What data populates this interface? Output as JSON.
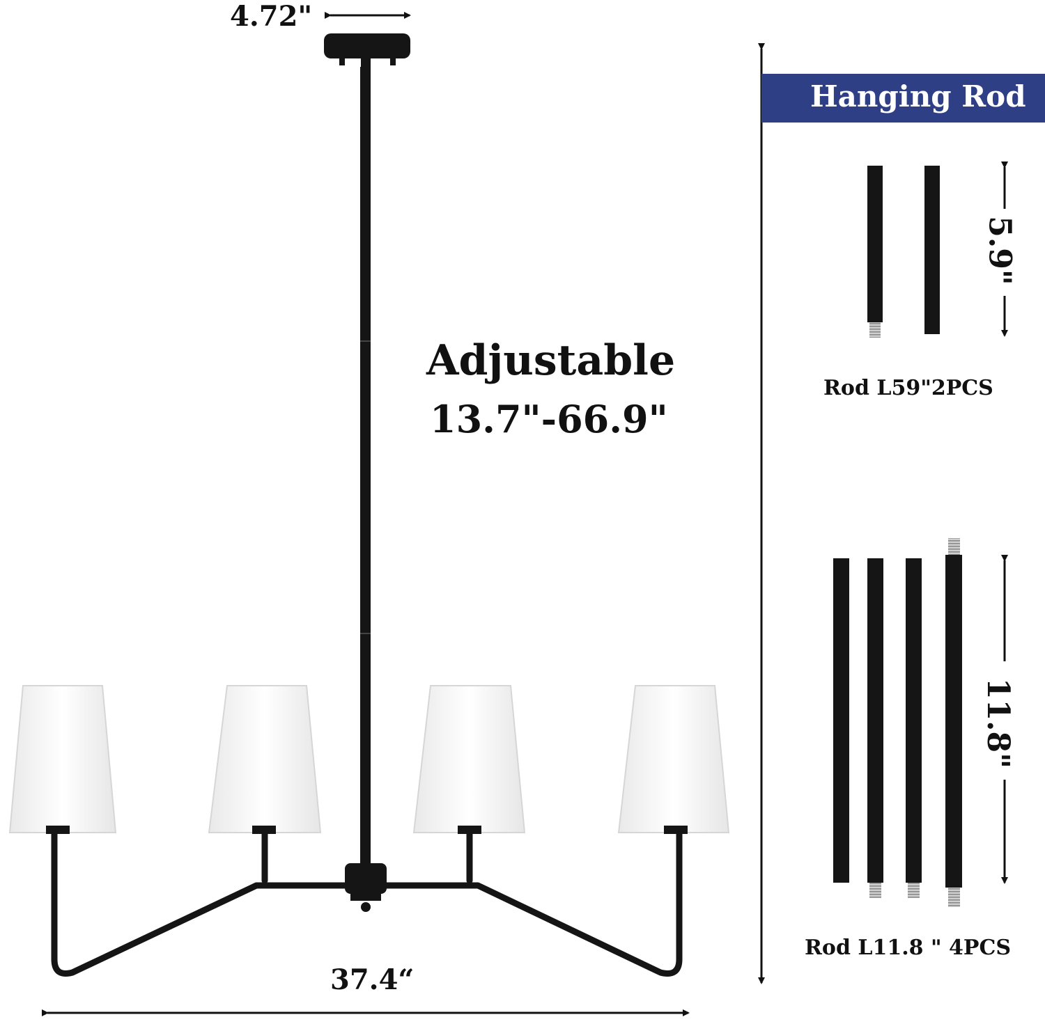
{
  "dimensions": {
    "canopy_width": "4.72\"",
    "fixture_width": "37.4“",
    "adjustable_title": "Adjustable",
    "adjustable_range": "13.7\"-66.9\""
  },
  "hanging_rod_panel": {
    "title": "Hanging Rod",
    "short_rod_length": "5.9\"",
    "short_rod_label": "Rod L59\"2PCS",
    "long_rod_length": "11.8\"",
    "long_rod_label": "Rod L11.8 \" 4PCS"
  },
  "colors": {
    "banner": "#2e3f86",
    "metal": "#151515",
    "shade": "#f7f7f7",
    "thread": "#b0b0b0"
  }
}
